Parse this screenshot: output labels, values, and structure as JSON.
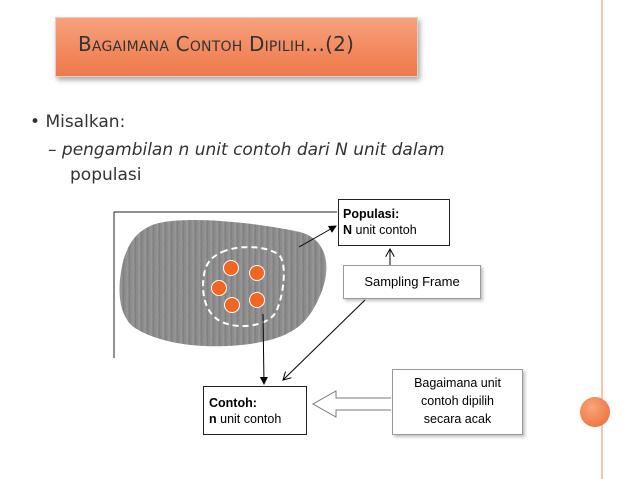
{
  "title": {
    "text": "Bagaimana Contoh Dipilih…(2)"
  },
  "content": {
    "bullet": "Misalkan:",
    "sub_dash": "–",
    "sub_line1_a": "pengambilan ",
    "sub_line1_n": "n",
    "sub_line1_b": " unit contoh dari N unit dalam",
    "sub_line2": "populasi"
  },
  "diagram": {
    "populasi_label": "Populasi:",
    "populasi_n": "N",
    "populasi_rest": " unit contoh",
    "sampling_frame": "Sampling Frame",
    "contoh_label": "Contoh:",
    "contoh_n": "n",
    "contoh_rest": " unit contoh",
    "bagaimana_lines": [
      "Bagaimana unit",
      "contoh dipilih",
      "secara acak"
    ]
  },
  "colors": {
    "accent": "#f28a5f",
    "dot": "#f26522",
    "population_blob": "#8a8a8a",
    "rule": "#f2c8b3"
  },
  "icons": {
    "bullet": "bullet-dot-icon",
    "corner": "decorative-circle-icon"
  }
}
